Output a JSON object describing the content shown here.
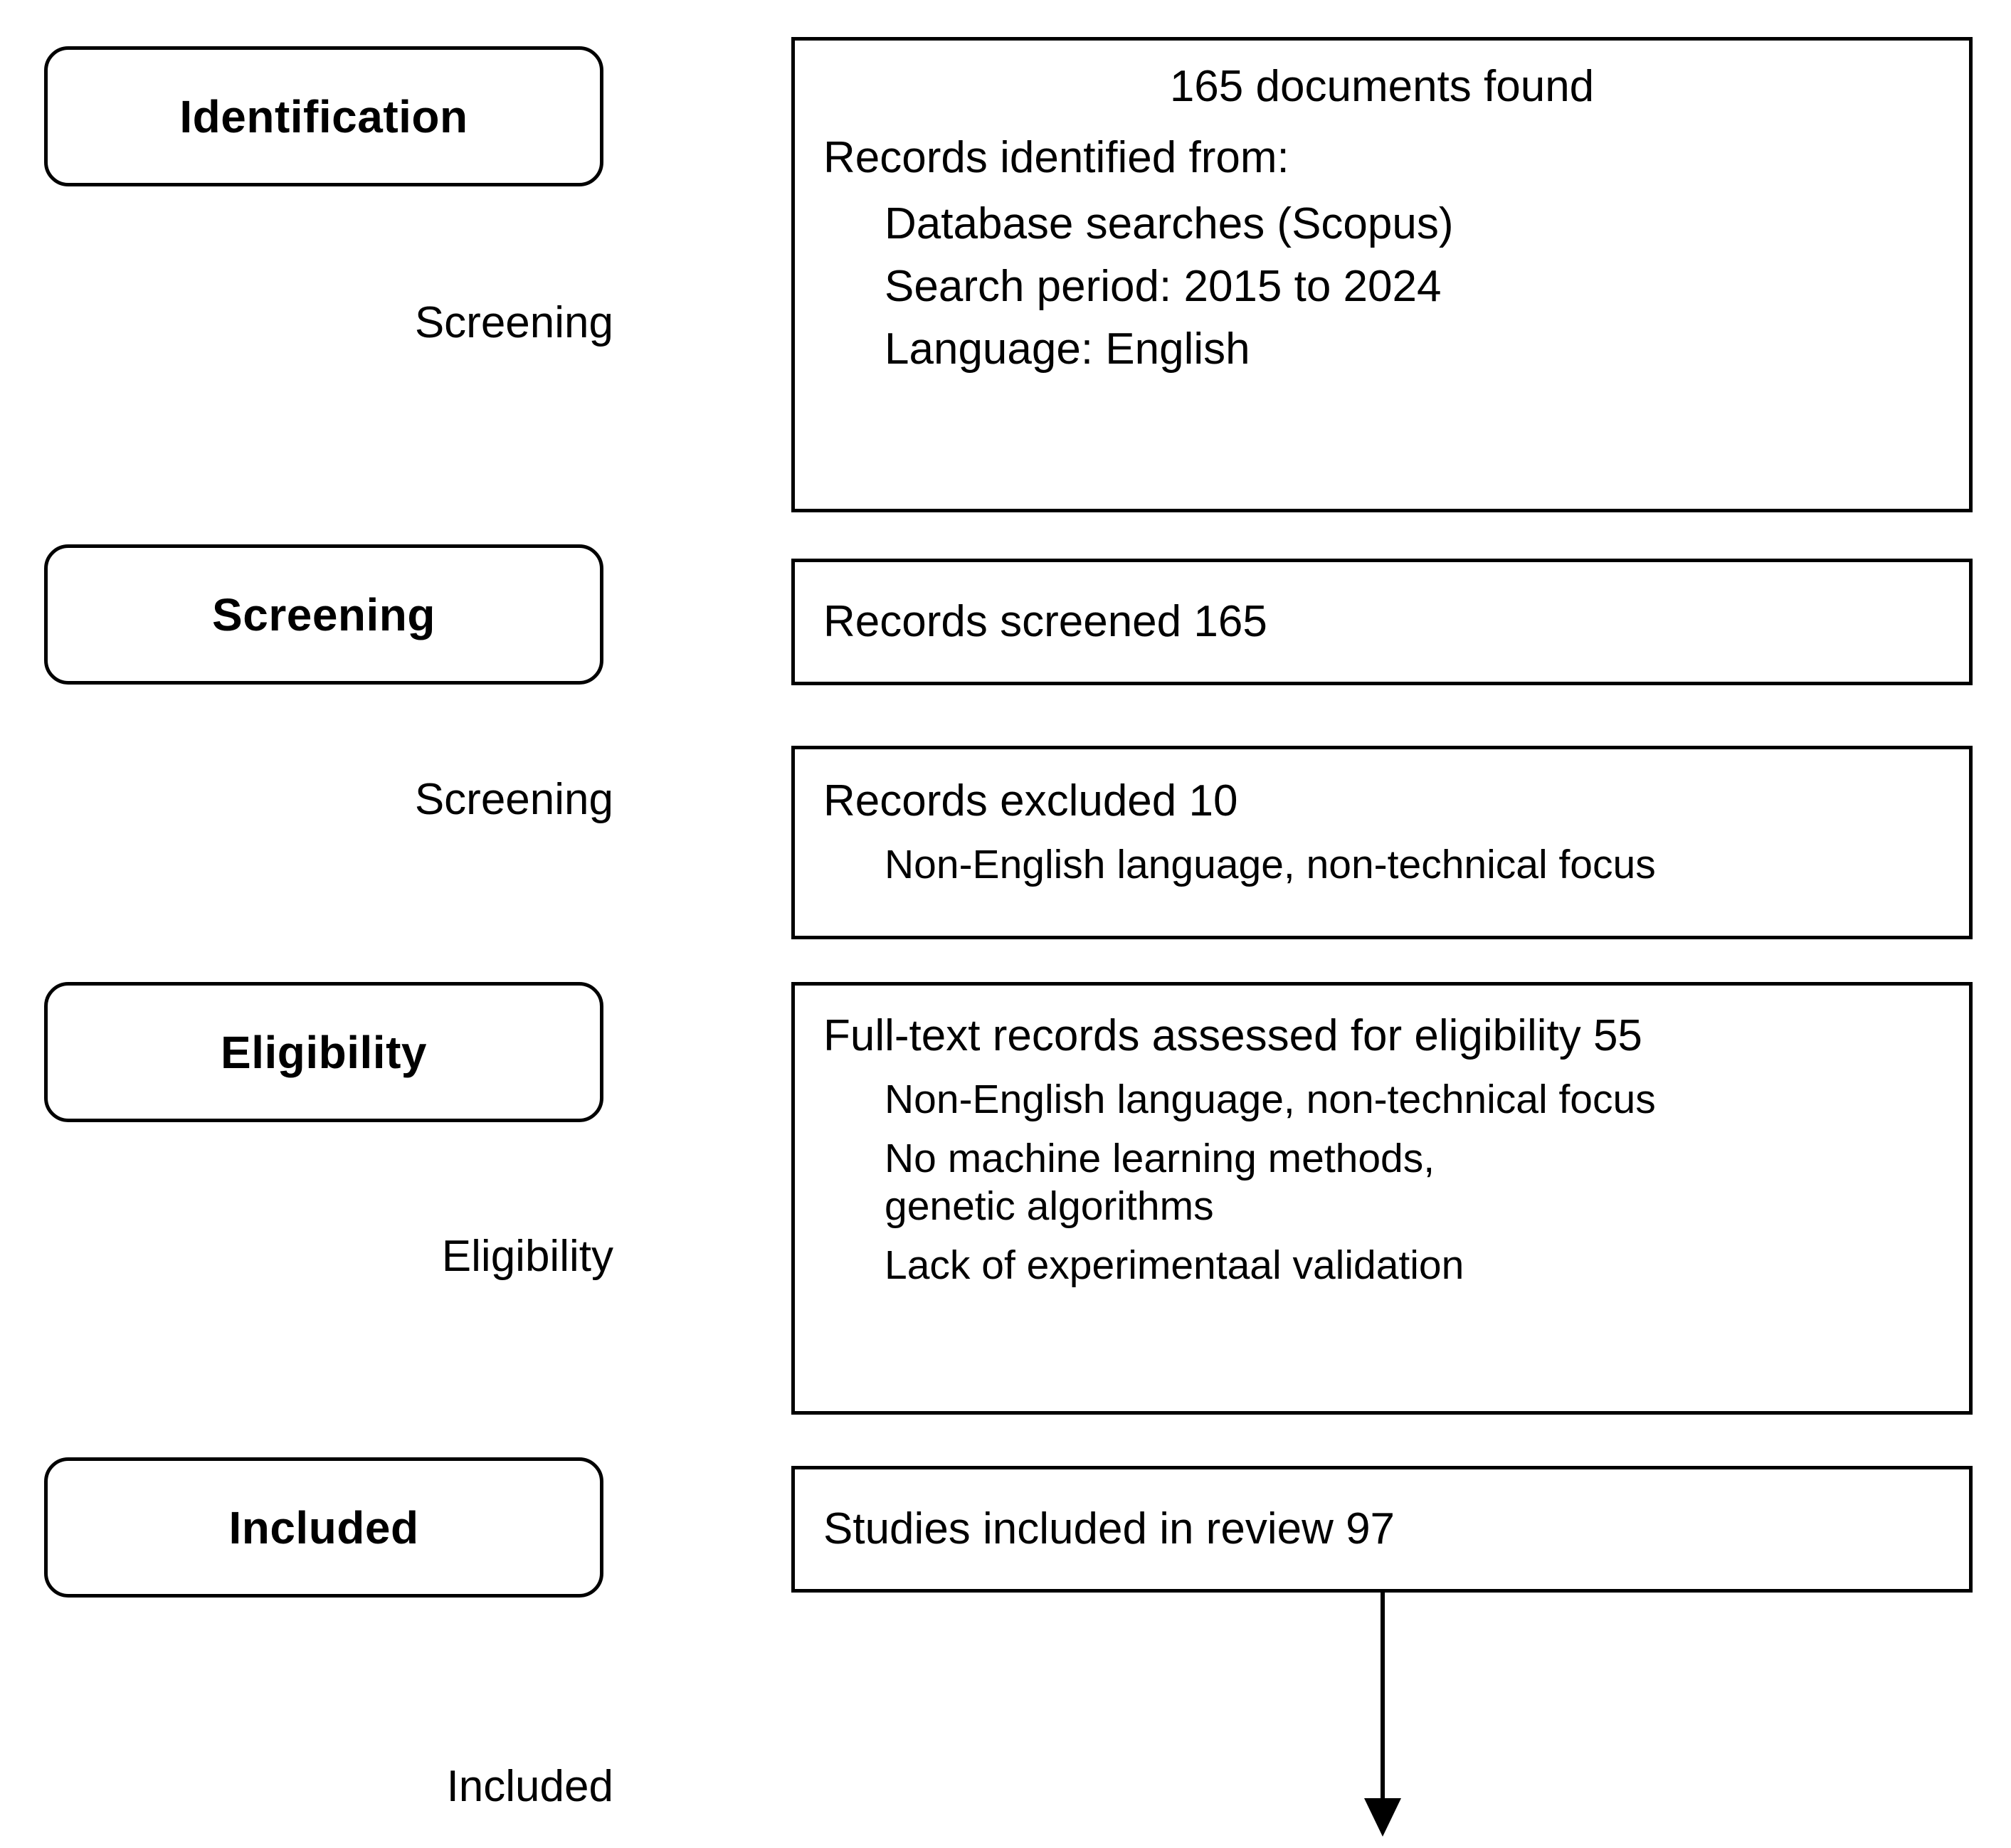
{
  "diagram": {
    "title": "PRISMA study selection flow diagram",
    "accent_color": "#000000",
    "background_color": "#ffffff"
  },
  "stages": [
    {
      "pill_label": "Identification",
      "caption_label": "Screening"
    },
    {
      "pill_label": "Screening",
      "caption_label": "Screening"
    },
    {
      "pill_label": "Eligibility",
      "caption_label": "Eligibility"
    },
    {
      "pill_label": "Included",
      "caption_label": "Included"
    }
  ],
  "boxes": {
    "identification": {
      "headline": "165 documents found",
      "lead": "Records identified from:",
      "items": [
        "Database searches (Scopus)",
        "Search period: 2015 to 2024",
        "Language: English"
      ]
    },
    "records_screened": {
      "line": "Records screened   165",
      "label": "Records screened",
      "count": "165"
    },
    "records_excluded": {
      "line": "Records excluded   10",
      "label": "Records excluded",
      "count": "10",
      "reasons": [
        "Non-English language, non-technical focus"
      ]
    },
    "eligibility": {
      "line": "Full-text records assessed for eligibility  55",
      "label": "Full-text records assessed for eligibility",
      "count": "55",
      "reasons": [
        "Non-English language, non-technical focus",
        "No machine learning methods,",
        "genetic algorithms",
        "Lack of experimentaal validation"
      ]
    },
    "included": {
      "line": "Studies included in review     97",
      "label": "Studies included in review",
      "count": "97"
    }
  }
}
